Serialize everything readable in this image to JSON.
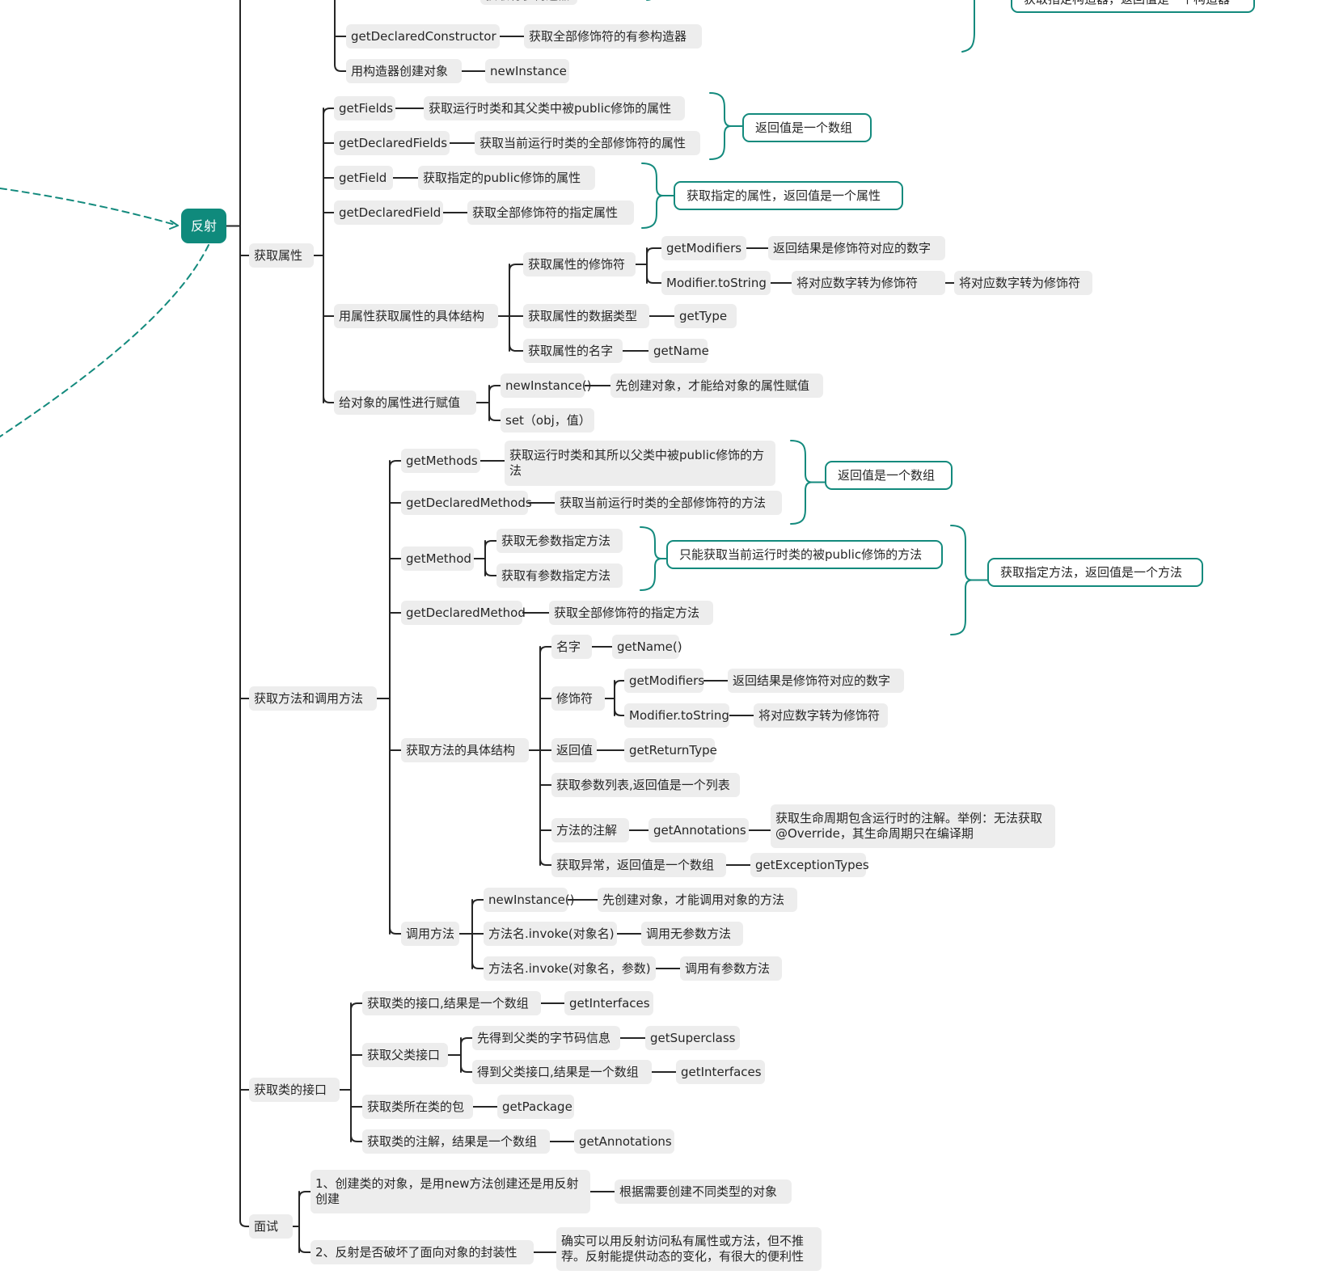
{
  "root": "反射",
  "colors": {
    "accent": "#138a7d",
    "line": "#262626",
    "node_bg": "#ededed"
  },
  "nodes": {
    "n1": "获取有参构造器",
    "n2": "获取指定构造器，返回值是一个构造器",
    "n3": "getDeclaredConstructor",
    "n4": "获取全部修饰符的有参构造器",
    "n5": "用构造器创建对象",
    "n6": "newInstance",
    "n7": "getFields",
    "n8": "获取运行时类和其父类中被public修饰的属性",
    "n9": "返回值是一个数组",
    "n10": "getDeclaredFields",
    "n11": "获取当前运行时类的全部修饰符的属性",
    "n12": "getField",
    "n13": "获取指定的public修饰的属性",
    "n14": "获取指定的属性，返回值是一个属性",
    "n15": "getDeclaredField",
    "n16": "获取全部修饰符的指定属性",
    "n17": "获取属性",
    "n18": "获取属性的修饰符",
    "n19": "getModifiers",
    "n20": "返回结果是修饰符对应的数字",
    "n21": "Modifier.toString",
    "n22": "将对应数字转为修饰符",
    "n23": "将对应数字转为修饰符",
    "n24": "用属性获取属性的具体结构",
    "n25": "获取属性的数据类型",
    "n26": "getType",
    "n27": "获取属性的名字",
    "n28": "getName",
    "n29": "newInstance()",
    "n30": "先创建对象，才能给对象的属性赋值",
    "n31": "给对象的属性进行赋值",
    "n32": "set（obj，值）",
    "n33": "getMethods",
    "n34": "获取运行时类和其所以父类中被public修饰的方法",
    "n35": "返回值是一个数组",
    "n36": "getDeclaredMethods",
    "n37": "获取当前运行时类的全部修饰符的方法",
    "n38": "获取无参数指定方法",
    "n39": "getMethod",
    "n40": "只能获取当前运行时类的被public修饰的方法",
    "n41": "获取指定方法，返回值是一个方法",
    "n42": "获取有参数指定方法",
    "n43": "getDeclaredMethod",
    "n44": "获取全部修饰符的指定方法",
    "n45": "名字",
    "n46": "getName()",
    "n47": "getModifiers",
    "n48": "返回结果是修饰符对应的数字",
    "n49": "修饰符",
    "n50": "Modifier.toString",
    "n51": "将对应数字转为修饰符",
    "n52": "获取方法和调用方法",
    "n53": "获取方法的具体结构",
    "n54": "返回值",
    "n55": "getReturnType",
    "n56": "获取参数列表,返回值是一个列表",
    "n57": "获取生命周期包含运行时的注解。举例：无法获取@Override，其生命周期只在编译期",
    "n58": "方法的注解",
    "n59": "getAnnotations",
    "n60": "获取异常，返回值是一个数组",
    "n61": "getExceptionTypes",
    "n62": "newInstance()",
    "n63": "先创建对象，才能调用对象的方法",
    "n64": "调用方法",
    "n65": "方法名.invoke(对象名)",
    "n66": "调用无参数方法",
    "n67": "方法名.invoke(对象名，参数)",
    "n68": "调用有参数方法",
    "n69": "获取类的接口,结果是一个数组",
    "n70": "getInterfaces",
    "n71": "先得到父类的字节码信息",
    "n72": "getSuperclass",
    "n73": "获取父类接口",
    "n74": "获取类的接口",
    "n75": "得到父类接口,结果是一个数组",
    "n76": "getInterfaces",
    "n77": "获取类所在类的包",
    "n78": "getPackage",
    "n79": "获取类的注解，结果是一个数组",
    "n80": "getAnnotations",
    "n81": "1、创建类的对象，是用new方法创建还是用反射创建",
    "n82": "根据需要创建不同类型的对象",
    "n83": "面试",
    "n84": "2、反射是否破坏了面向对象的封装性",
    "n85": "确实可以用反射访问私有属性或方法，但不推荐。反射能提供动态的变化，有很大的便利性"
  }
}
